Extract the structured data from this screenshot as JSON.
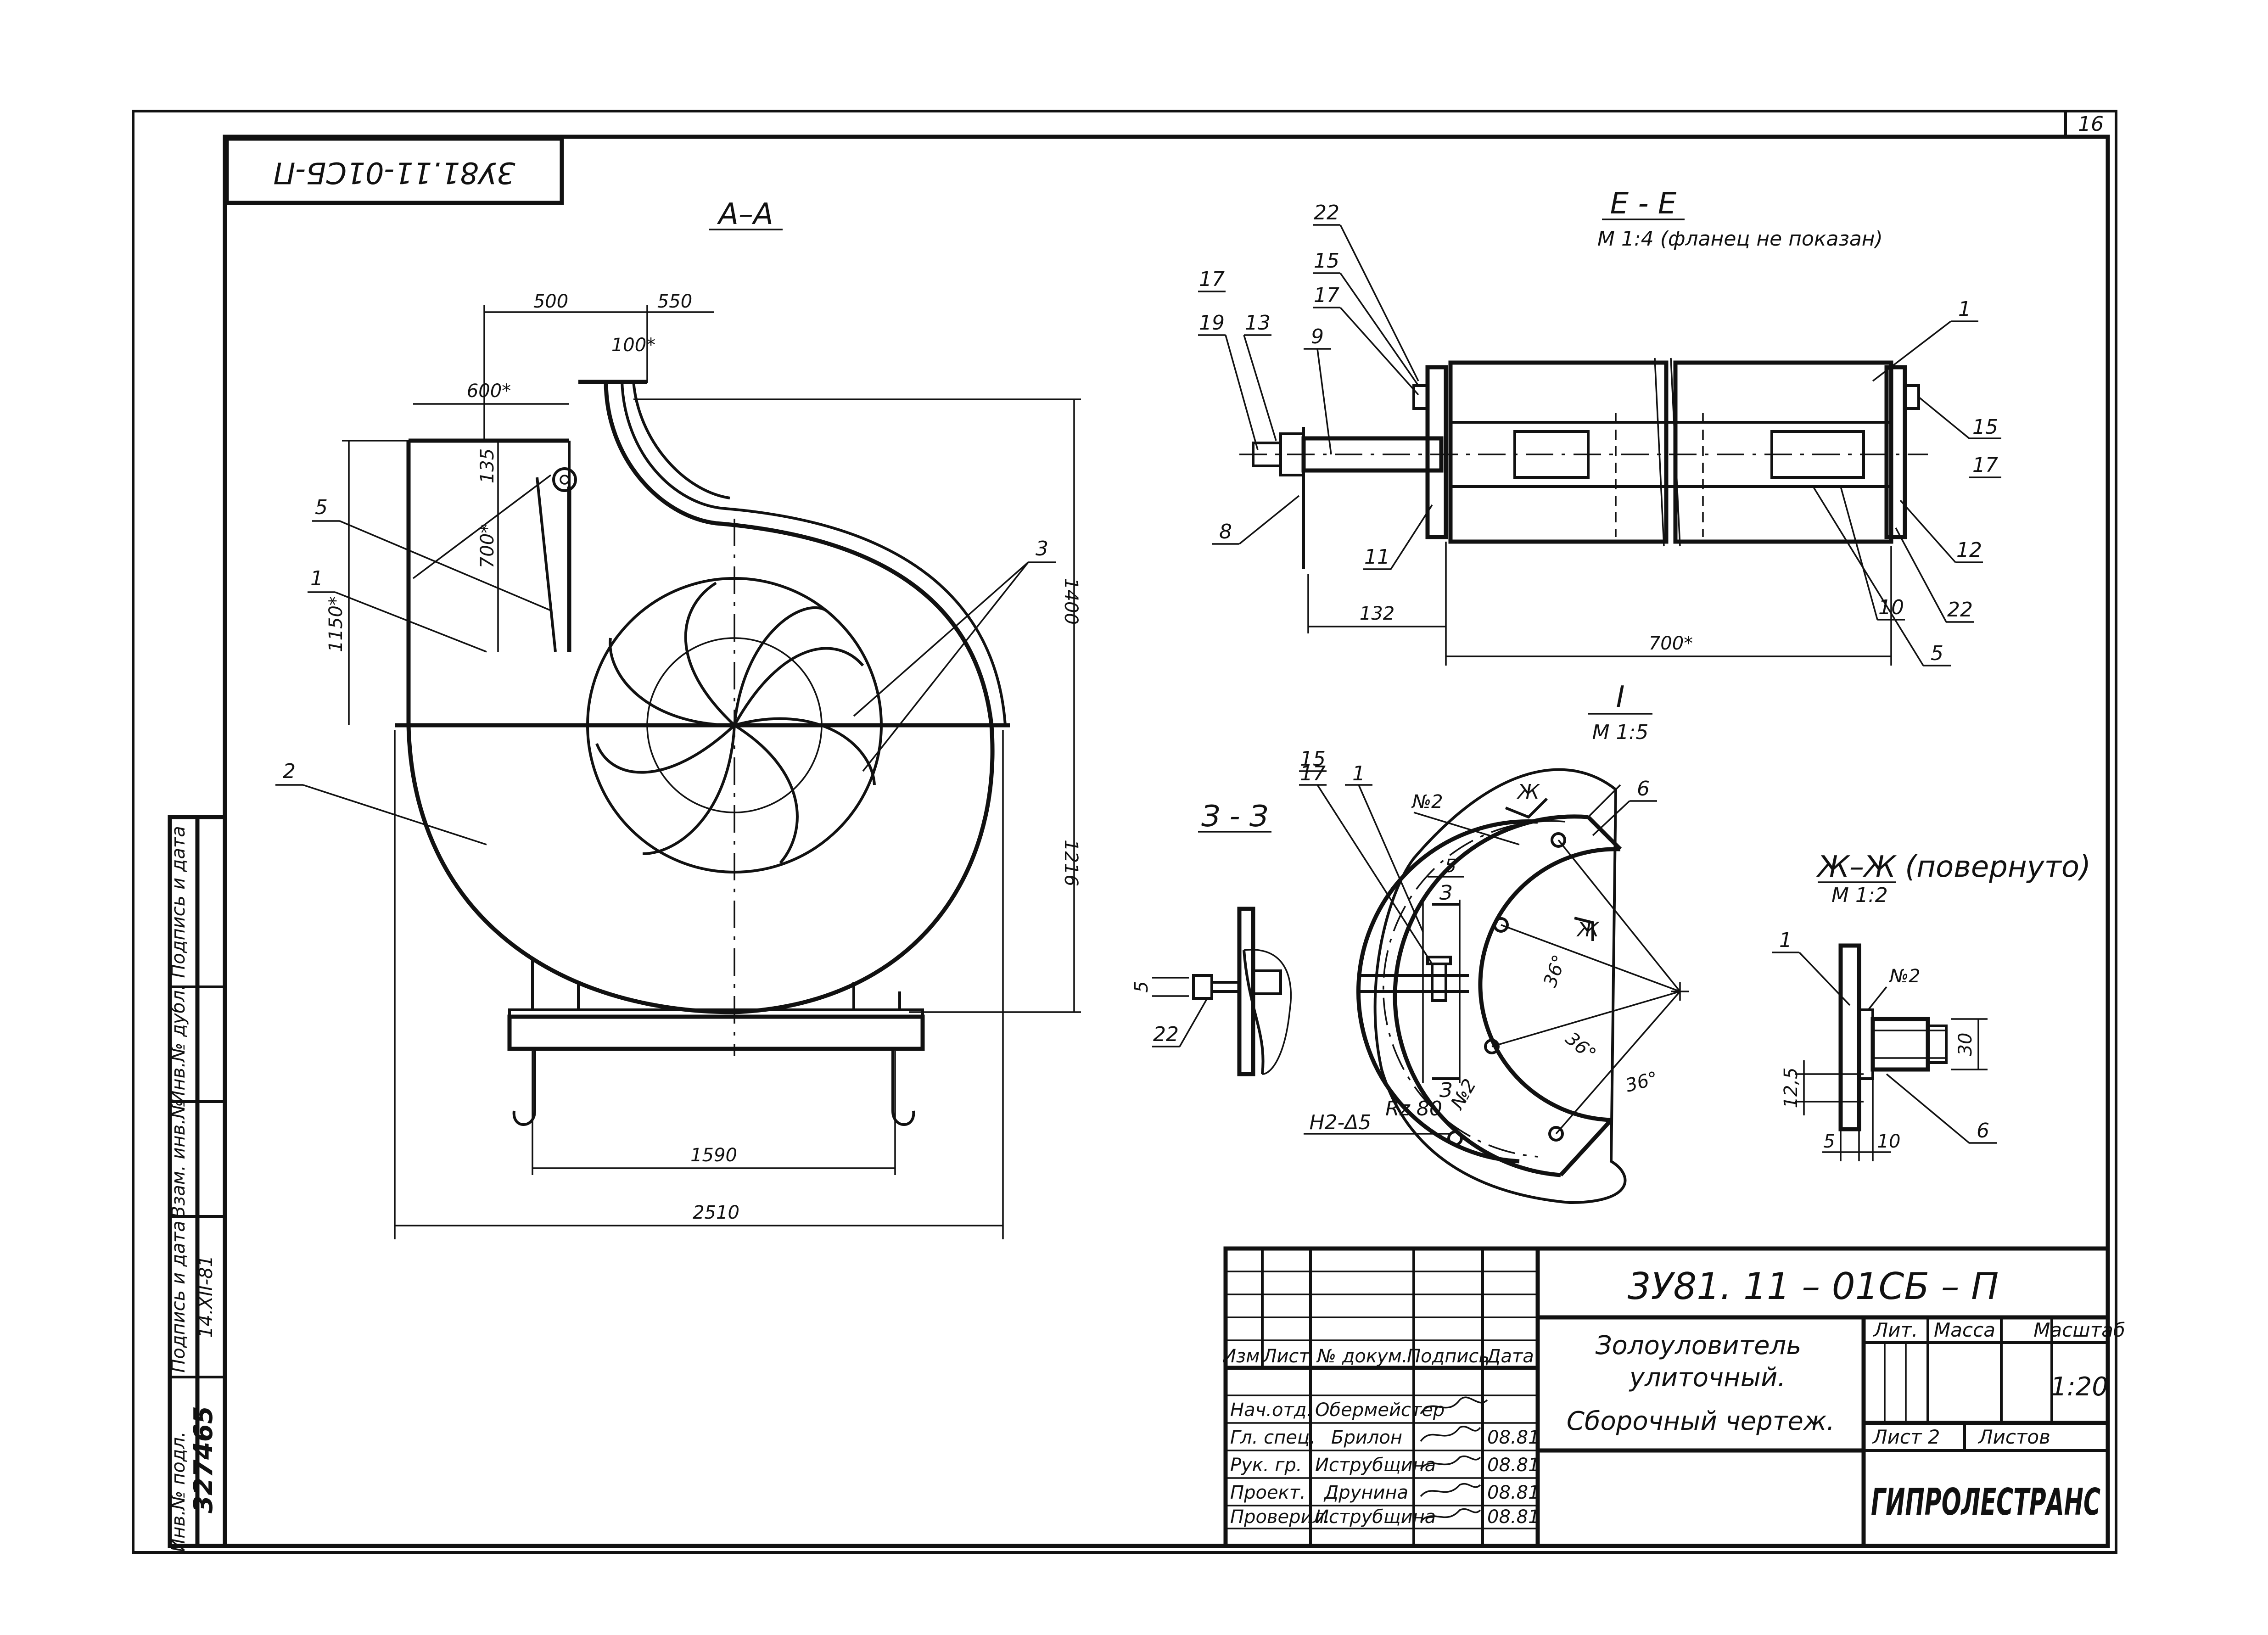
{
  "sheet": {
    "page_number": "16",
    "doc_code_top": "3У81.11-01СБ-П",
    "doc_code": "3У81. 11 – 01СБ – П"
  },
  "views": {
    "aa": {
      "title": "А–А",
      "dims": {
        "d500": "500",
        "d550": "550",
        "d100": "100*",
        "d600": "600*",
        "d135": "135",
        "d700": "700*",
        "d1150": "1150*",
        "d1400": "1400",
        "d1216": "1216",
        "d1590": "1590",
        "d2510": "2510"
      },
      "parts": {
        "p5": "5",
        "p1": "1",
        "p2": "2",
        "p3": "3"
      }
    },
    "ee": {
      "title": "Е - Е",
      "subtitle": "М 1:4  (фланец не показан)",
      "dims": {
        "d132": "132",
        "d700": "700*"
      },
      "parts": {
        "p22a": "22",
        "p15a": "15",
        "p17a": "17",
        "p17b": "17",
        "p19": "19",
        "p13": "13",
        "p9": "9",
        "p8": "8",
        "p11": "11",
        "p1": "1",
        "p15b": "15",
        "p17c": "17",
        "p12": "12",
        "p10": "10",
        "p22b": "22",
        "p5": "5"
      }
    },
    "z3": {
      "title": "З - З",
      "dim5": "5",
      "part22": "22"
    },
    "detail1": {
      "title": "I",
      "subtitle": "М 1:5",
      "parts": {
        "p15": "15",
        "p17": "17",
        "p1": "1",
        "p6": "6"
      },
      "notes": {
        "n2a": "№2",
        "n2b": "№2",
        "sect3a": "З",
        "sect3b": "З",
        "dim5": "5",
        "ang1": "36°",
        "ang2": "36°",
        "ang3": "36°",
        "weld": "Н2-Δ5",
        "rough": "Rz 80",
        "zh1": "Ж",
        "zh2": "Ж"
      }
    },
    "zhzh": {
      "title": "Ж–Ж  (повернуто)",
      "subtitle": "М 1:2",
      "parts": {
        "p1": "1",
        "p6": "6"
      },
      "notes": {
        "n2": "№2",
        "d12_5": "12,5",
        "d30": "30",
        "d5": "5",
        "d10": "10"
      }
    }
  },
  "side_stamp": {
    "cells": [
      "Инв.№ подл.",
      "Подпись и дата",
      "Взам. инв.№",
      "Инв.№ дубл.",
      "Подпись и дата"
    ],
    "inv_number": "327465",
    "date_hand": "14.XII-81"
  },
  "title_block": {
    "headers": [
      "Изм.",
      "Лист",
      "№ докум.",
      "Подпись",
      "Дата"
    ],
    "rows": [
      {
        "role": "Нач.отд.",
        "name": "Обермейстер",
        "date": ""
      },
      {
        "role": "Гл. спец.",
        "name": "Брилон",
        "date": "08.81"
      },
      {
        "role": "Рук. гр.",
        "name": "Иструбщина",
        "date": "08.81"
      },
      {
        "role": "Проект.",
        "name": "Друнина",
        "date": "08.81"
      },
      {
        "role": "Проверил.",
        "name": "Иструбщина",
        "date": "08.81"
      }
    ],
    "name_line1": "Золоуловитель",
    "name_line2": "улиточный.",
    "name_line3": "Сборочный    чертеж.",
    "lit_label": "Лит.",
    "mass_label": "Масса",
    "scale_label": "Масштаб",
    "scale_value": "1:20",
    "sheet_label": "Лист 2",
    "sheets_label": "Листов",
    "org": "ГИПРОЛЕСТРАНС"
  }
}
